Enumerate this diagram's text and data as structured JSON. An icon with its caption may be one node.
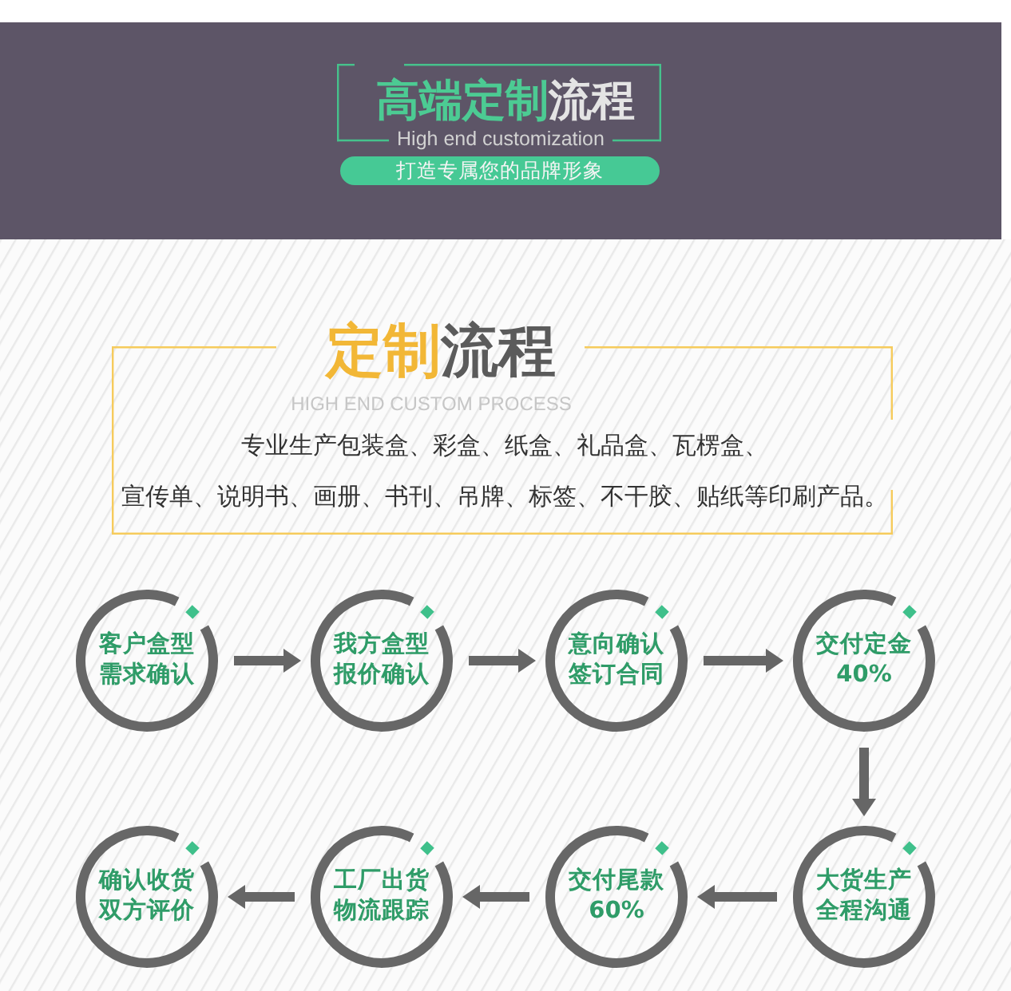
{
  "diagram": {
    "nodes": [
      {
        "text": [
          "高端定制流程",
          "High end customization"
        ]
      },
      {
        "text": [
          "打造专属您的品牌形象"
        ]
      },
      {
        "text": [
          "定制流程",
          "HIGH END CUSTOM PROCESS",
          "专业生产包装盒、彩盒、纸盒、礼品盒、瓦楞盒、",
          "宣传单、说明书、画册、书刊、吊牌、标签、不干胶、贴纸等印刷产品。"
        ]
      },
      {
        "text": [
          "客户盒型需求确认"
        ]
      },
      {
        "text": [
          "我方盒型报价确认"
        ]
      },
      {
        "text": [
          "意向确认签订合同"
        ]
      },
      {
        "text": [
          "交付定金40%"
        ]
      },
      {
        "text": [
          "确认收货双方评价"
        ]
      },
      {
        "text": [
          "工厂出货物流跟踪"
        ]
      },
      {
        "text": [
          "交付尾款60%"
        ]
      },
      {
        "text": [
          "大货生产全程沟通"
        ]
      }
    ],
    "edges": [
      {
        "from": 3,
        "to": 4,
        "arrow": "to"
      },
      {
        "from": 4,
        "to": 5,
        "arrow": "to"
      },
      {
        "from": 5,
        "to": 6,
        "arrow": "to"
      },
      {
        "from": 6,
        "to": 10,
        "arrow": "to"
      },
      {
        "from": 10,
        "to": 9,
        "arrow": "to"
      },
      {
        "from": 9,
        "to": 8,
        "arrow": "to"
      },
      {
        "from": 8,
        "to": 7,
        "arrow": "to"
      }
    ]
  }
}
